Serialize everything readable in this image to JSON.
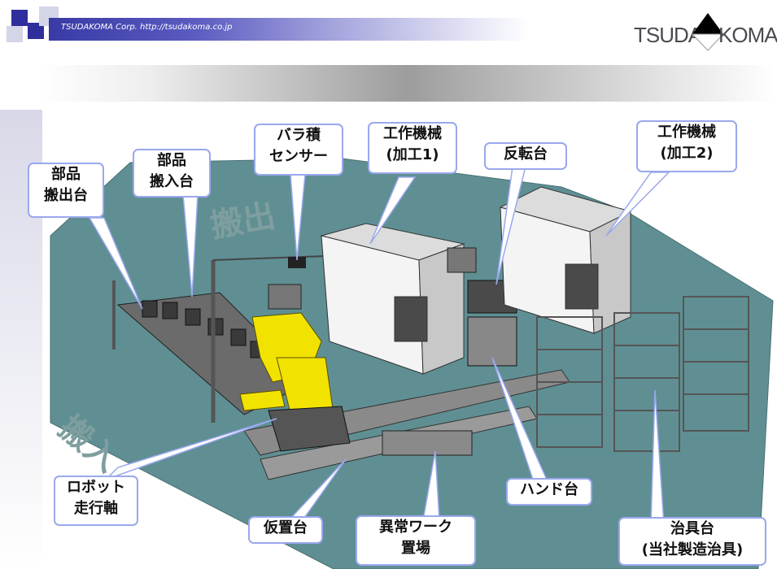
{
  "header": {
    "line_text": "TSUDAKOMA  Corp.  http://tsudakoma.co.jp",
    "logo_left": "TSUDA",
    "logo_right": "KOMA",
    "accent_color": "#3a3aa6"
  },
  "ground_text": {
    "left": "搬入",
    "right": "搬出"
  },
  "labels": {
    "part_out": "部品\n搬出台",
    "part_in": "部品\n搬入台",
    "bulk_sensor": "バラ積\nセンサー",
    "machine_1": "工作機械\n(加工1)",
    "flip_table": "反転台",
    "machine_2": "工作機械\n(加工2)",
    "robot_axis": "ロボット\n走行軸",
    "temp_table": "仮置台",
    "abnormal_area": "異常ワーク\n置場",
    "hand_table": "ハンド台",
    "jig_table": "治具台\n(当社製造治具)"
  },
  "colors": {
    "floor": "#5f8f93",
    "robot": "#f2e200",
    "callout_border": "#9aa8ec"
  }
}
